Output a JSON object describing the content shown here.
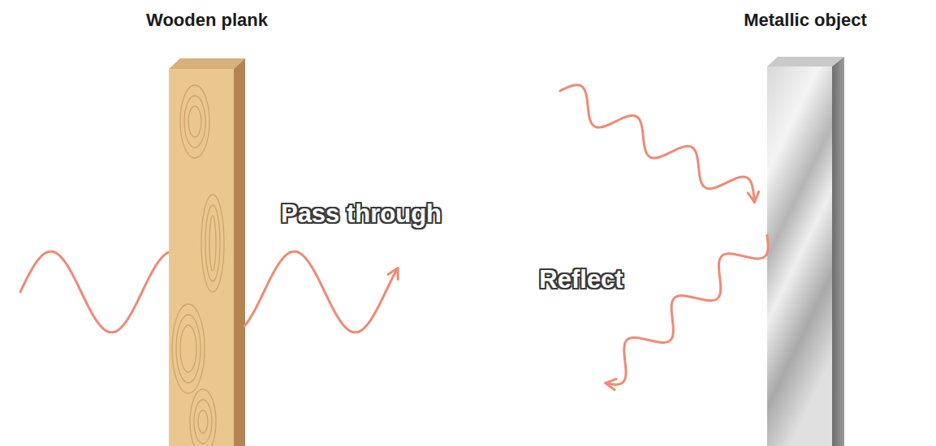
{
  "diagram": {
    "nodes": [
      {
        "text": [
          "Wooden plank"
        ]
      },
      {
        "text": [
          "Metallic object"
        ]
      }
    ],
    "labels": [
      "Pass through",
      "Reflect"
    ]
  }
}
